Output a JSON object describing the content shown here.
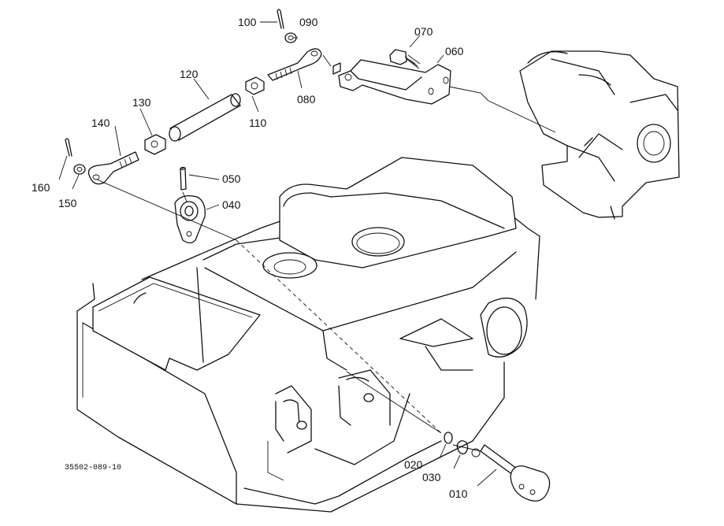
{
  "diagram": {
    "drawing_code": "35502-089-10",
    "part_labels": {
      "p010": "010",
      "p020": "020",
      "p030": "030",
      "p040": "040",
      "p050": "050",
      "p060": "060",
      "p070": "070",
      "p080": "080",
      "p090": "090",
      "p100": "100",
      "p110": "110",
      "p120": "120",
      "p130": "130",
      "p140": "140",
      "p150": "150",
      "p160": "160"
    }
  }
}
